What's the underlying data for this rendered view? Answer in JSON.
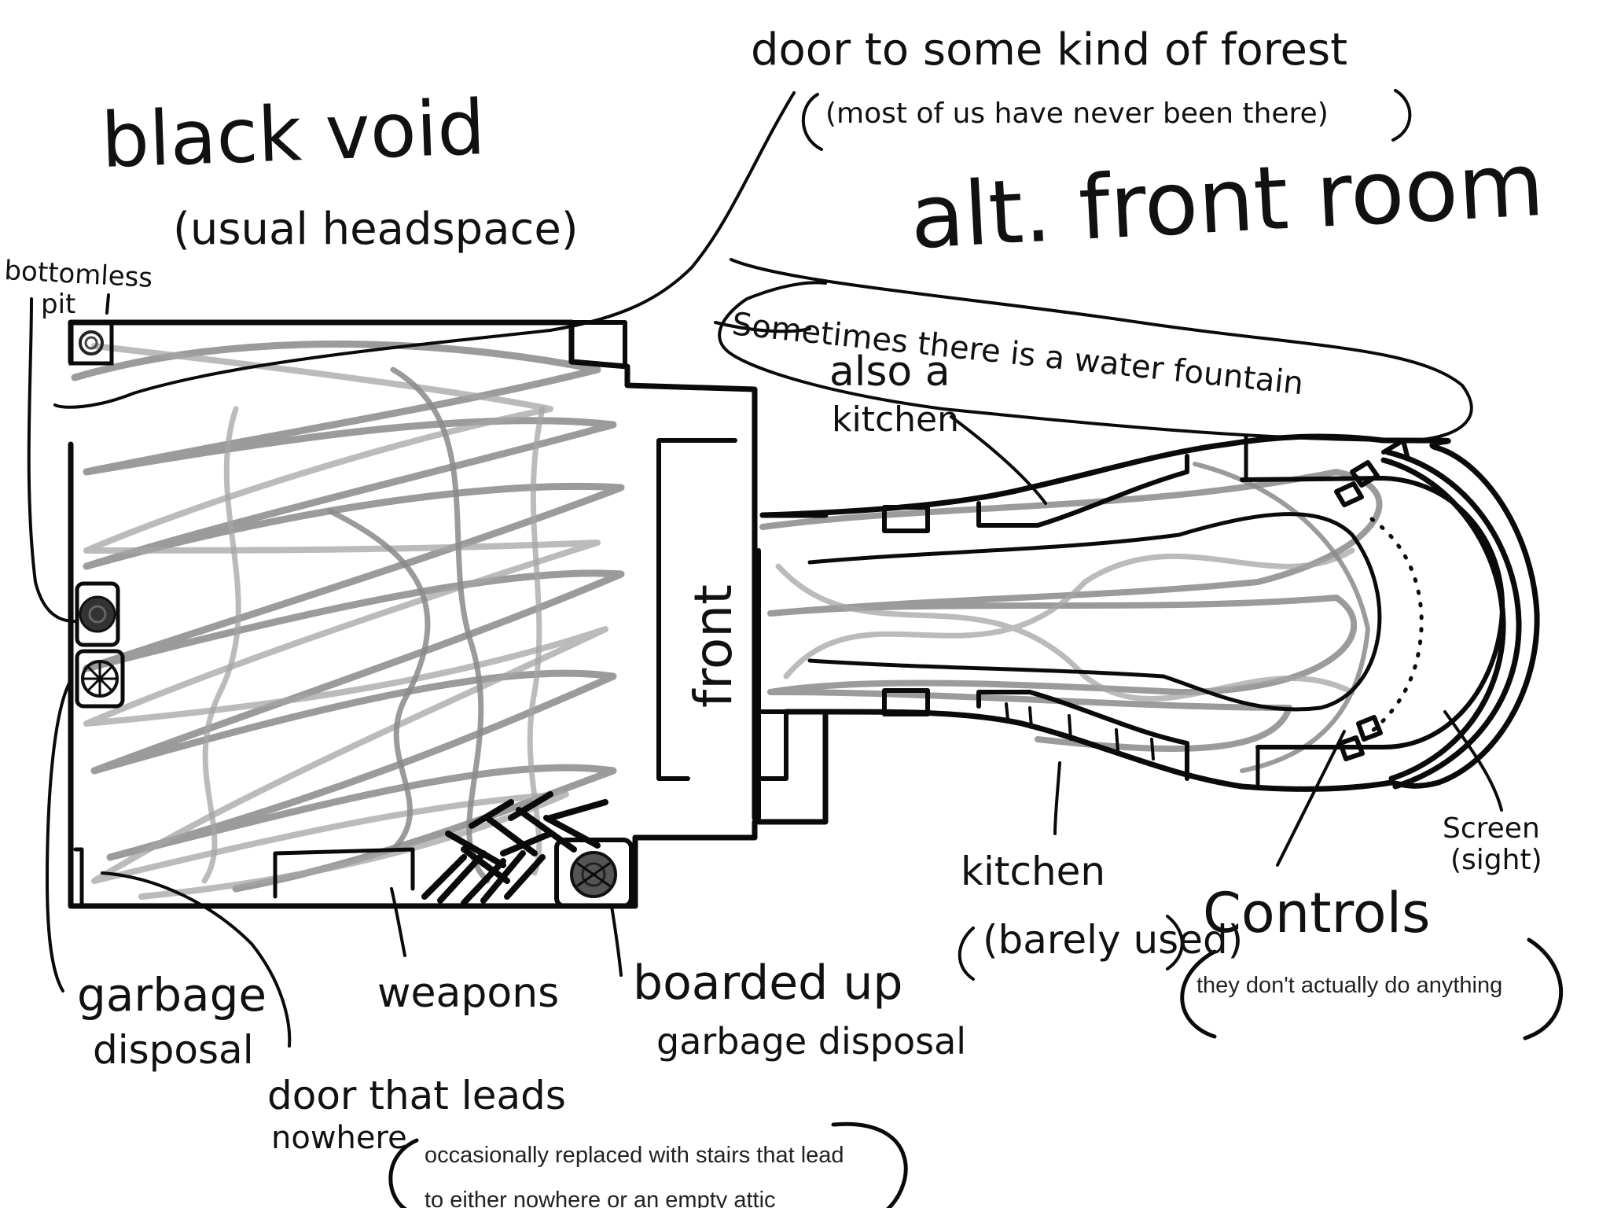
{
  "labels": {
    "black_void_l1": "black void",
    "black_void_l2": "(usual headspace)",
    "door_forest_l1": "door to some kind of forest",
    "door_forest_l2": "(most of us have never been there)",
    "alt_front_room": "alt. front room",
    "sometimes_l1": "Sometimes there is a water fountain",
    "also_kitchen_l1": "also a",
    "also_kitchen_l2": "kitchen",
    "bottomless_l1": "bottomless",
    "bottomless_l2": "pit",
    "front": "front",
    "garbage_l1": "garbage",
    "garbage_l2": "disposal",
    "weapons": "weapons",
    "boarded_l1": "boarded up",
    "boarded_l2": "garbage disposal",
    "door_nowhere_l1": "door that leads",
    "door_nowhere_l2": "nowhere",
    "kitchen_barely_l1": "kitchen",
    "kitchen_barely_l2": "(barely used)",
    "controls": "Controls",
    "screen_l1": "Screen",
    "screen_l2": "(sight)"
  },
  "notes": {
    "controls_note": "they don't actually do anything",
    "stairs_note_l1": "occasionally replaced with stairs that lead",
    "stairs_note_l2": "to either nowhere or an empty attic"
  },
  "colors": {
    "ink": "#0a0a0a",
    "scribble_dark": "#8a8a8a",
    "scribble_light": "#a4a4a4",
    "background": "#ffffff"
  }
}
